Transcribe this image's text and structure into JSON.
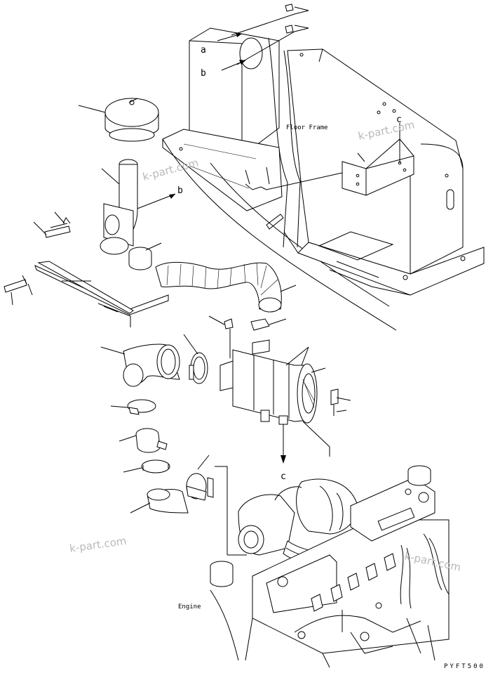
{
  "labels": {
    "a": "a",
    "b_top": "b",
    "b_arrow": "b",
    "c_top": "c",
    "c_arrow": "c"
  },
  "captions": {
    "floor_frame": "Floor Frame",
    "engine": "Engine"
  },
  "drawing_code": "PYFT500",
  "watermarks": [
    "k-part.com",
    "k-part.com",
    "k-part.com",
    "k-part.com"
  ]
}
